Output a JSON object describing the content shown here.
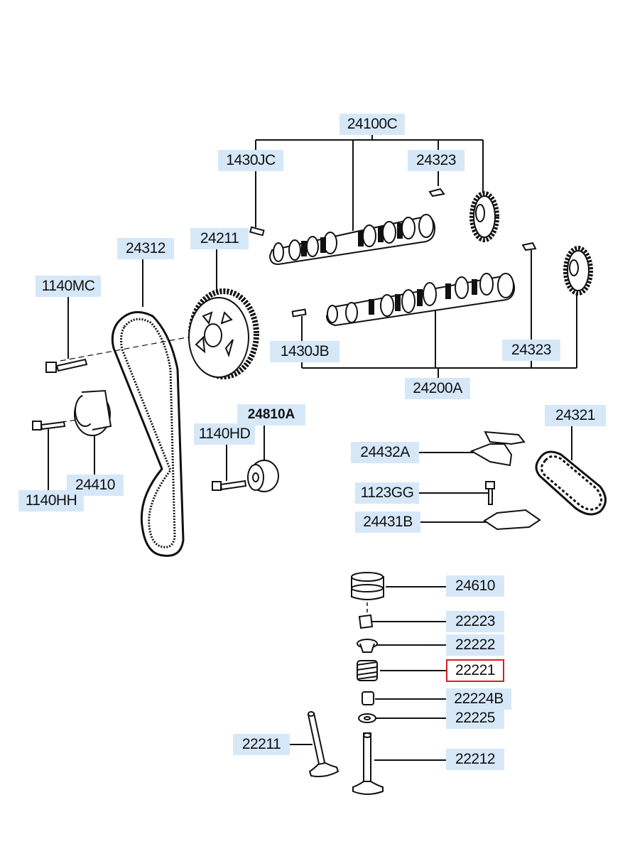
{
  "diagram": {
    "colors": {
      "label_bg": "#d6e8f8",
      "line": "#111111",
      "selected_border": "#d42020"
    },
    "labels": {
      "p24100C": "24100C",
      "p1430JC": "1430JC",
      "p24323_top": "24323",
      "p24312": "24312",
      "p24211": "24211",
      "p1140MC": "1140MC",
      "p1430JB": "1430JB",
      "p24323_bottom": "24323",
      "p24200A": "24200A",
      "p24321": "24321",
      "p24810A": "24810A",
      "p1140HD": "1140HD",
      "p24432A": "24432A",
      "p1123GG": "1123GG",
      "p24431B": "24431B",
      "p24410": "24410",
      "p1140HH": "1140HH",
      "p24610": "24610",
      "p22223": "22223",
      "p22222": "22222",
      "p22221": "22221",
      "p22224B": "22224B",
      "p22225": "22225",
      "p22211": "22211",
      "p22212": "22212"
    },
    "selected_part": "22221"
  }
}
